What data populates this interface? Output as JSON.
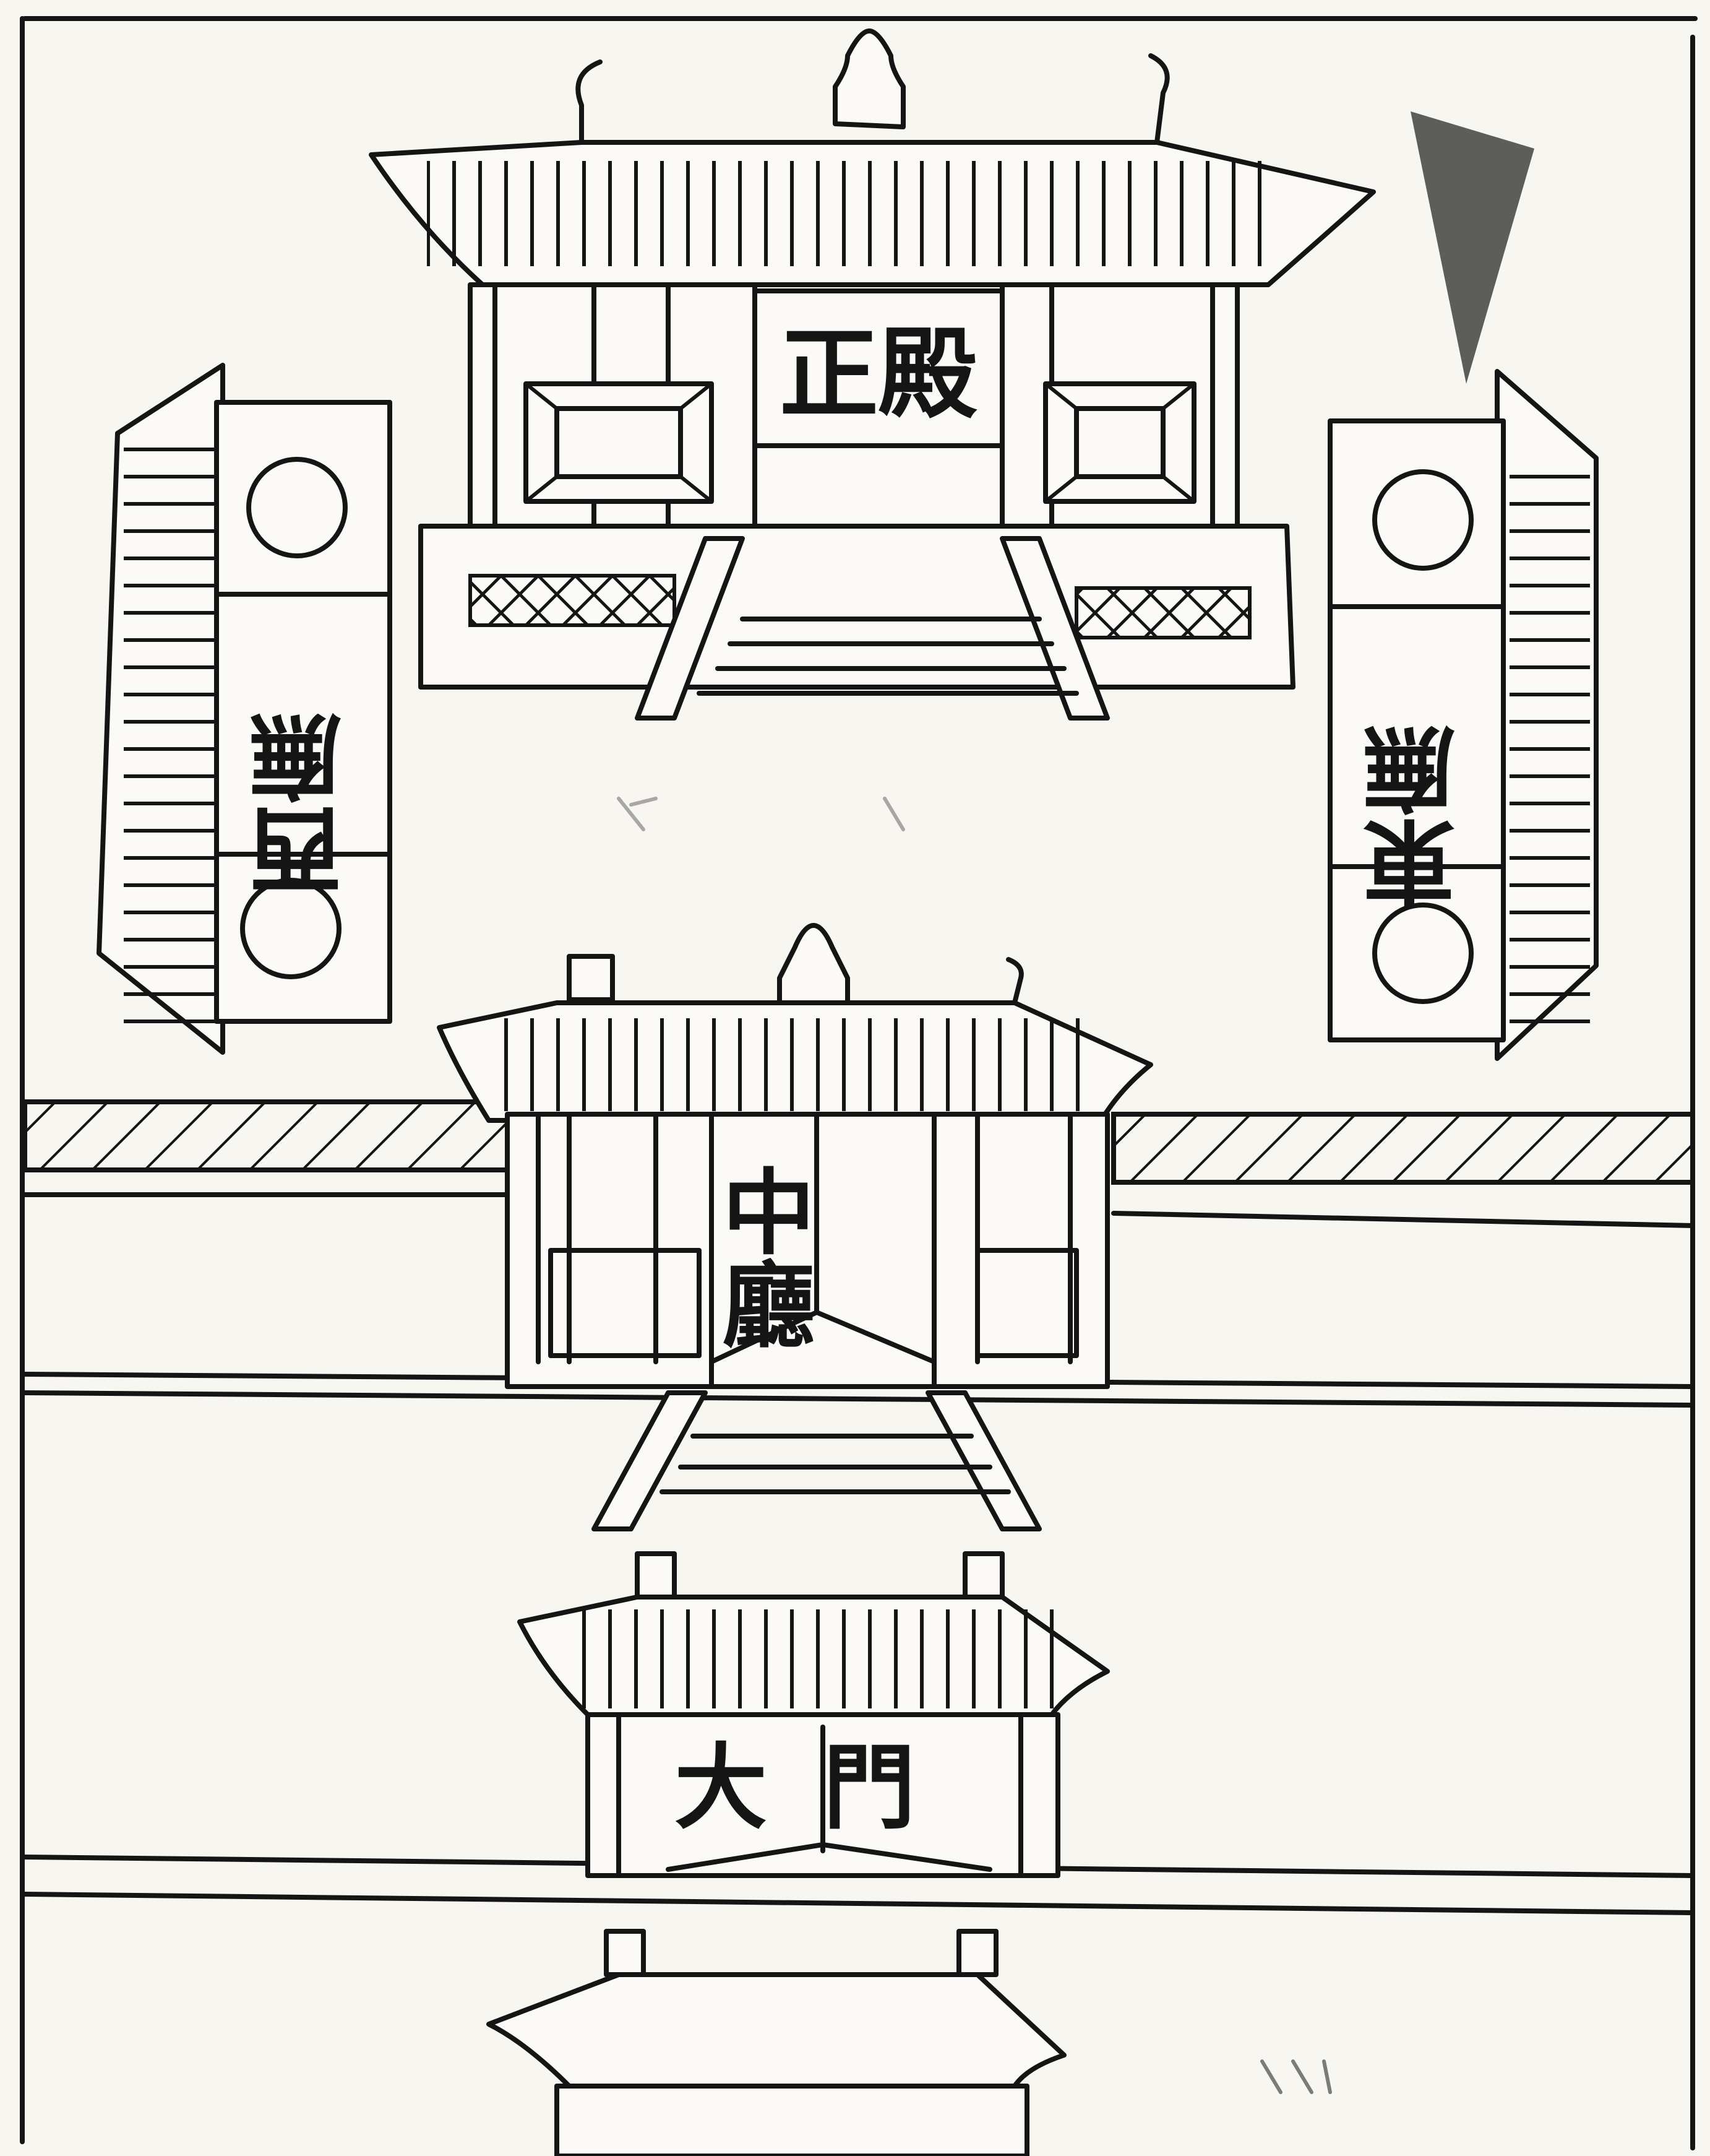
{
  "labels": {
    "main_hall": "正殿",
    "west_wing": "西廡",
    "east_wing": "東廡",
    "middle_hall": "中廳",
    "great_gate": "大門"
  }
}
